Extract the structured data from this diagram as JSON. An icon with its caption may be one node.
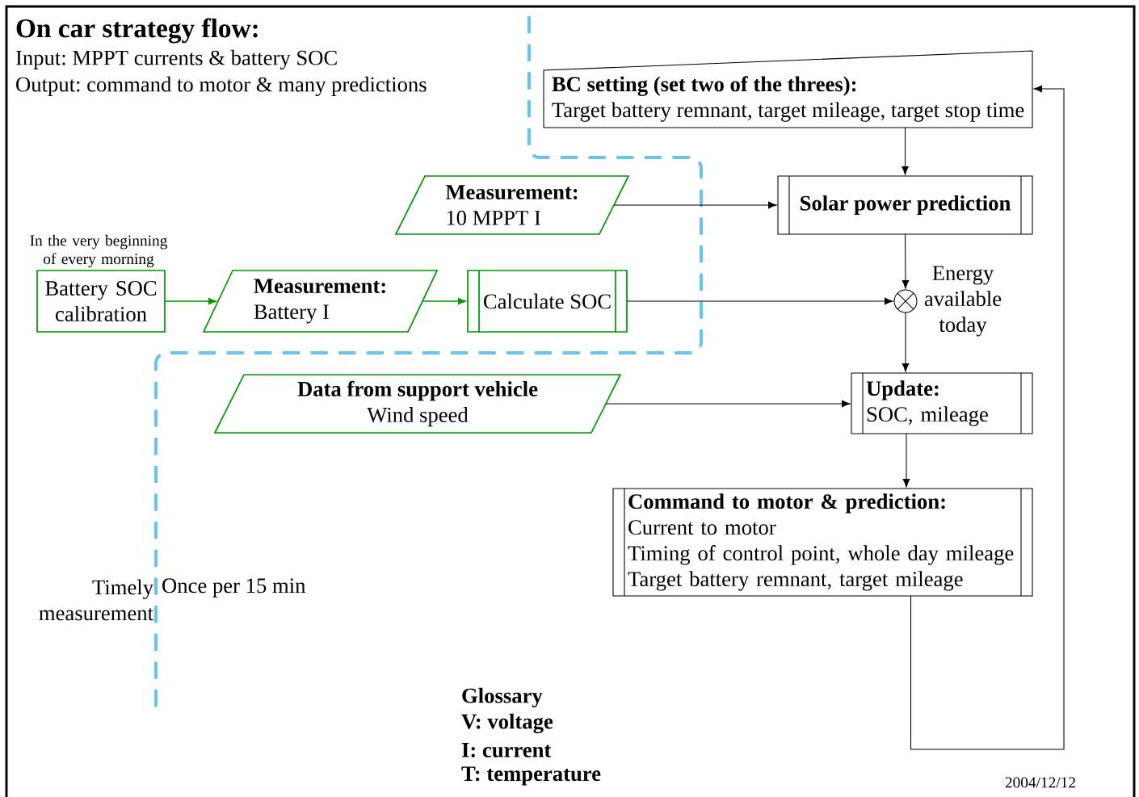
{
  "diagram": {
    "title": "On car strategy flow:",
    "nodes": [
      {
        "text": [
          "BC setting (set two of the threes):",
          "Target battery remnant, target mileage, target stop time"
        ]
      },
      {
        "text": [
          "Measurement:",
          "10 MPPT I"
        ]
      },
      {
        "text": [
          "Solar power prediction"
        ]
      },
      {
        "text": [
          "Battery SOC calibration"
        ],
        "beside": [
          "In the very beginning of every morning"
        ]
      },
      {
        "text": [
          "Measurement:",
          "Battery I"
        ]
      },
      {
        "text": [
          "Calculate SOC"
        ]
      },
      {
        "text": [],
        "shape": "circle",
        "beside": [
          "Energy available today"
        ]
      },
      {
        "text": [
          "Data from support vehicle",
          "Wind speed"
        ]
      },
      {
        "text": [
          "Update:",
          "SOC, mileage"
        ]
      },
      {
        "text": [
          "Command to motor & prediction:",
          "Current to motor",
          "Timing of control point, whole day mileage",
          "Target battery remnant, target mileage"
        ]
      }
    ],
    "edges": [
      {
        "from": 0,
        "to": 2,
        "arrow": "to"
      },
      {
        "from": 1,
        "to": 2,
        "arrow": "to"
      },
      {
        "from": 3,
        "to": 4,
        "arrow": "to",
        "color": "#009900"
      },
      {
        "from": 4,
        "to": 5,
        "arrow": "to",
        "color": "#009900"
      },
      {
        "from": 5,
        "to": 6,
        "arrow": "to"
      },
      {
        "from": 2,
        "to": 6,
        "arrow": "to"
      },
      {
        "from": 6,
        "to": 8,
        "arrow": "to"
      },
      {
        "from": 7,
        "to": 8,
        "arrow": "to"
      },
      {
        "from": 8,
        "to": 9,
        "arrow": "to"
      },
      {
        "from": 9,
        "to": 0,
        "arrow": "to"
      }
    ],
    "labels": [
      "Input: MPPT currents & battery SOC",
      "Output: command to motor & many predictions",
      "Timely measurement",
      "Once per 15 min",
      "Glossary",
      "V: voltage",
      "I: current",
      "T: temperature",
      "2004/12/12"
    ]
  }
}
